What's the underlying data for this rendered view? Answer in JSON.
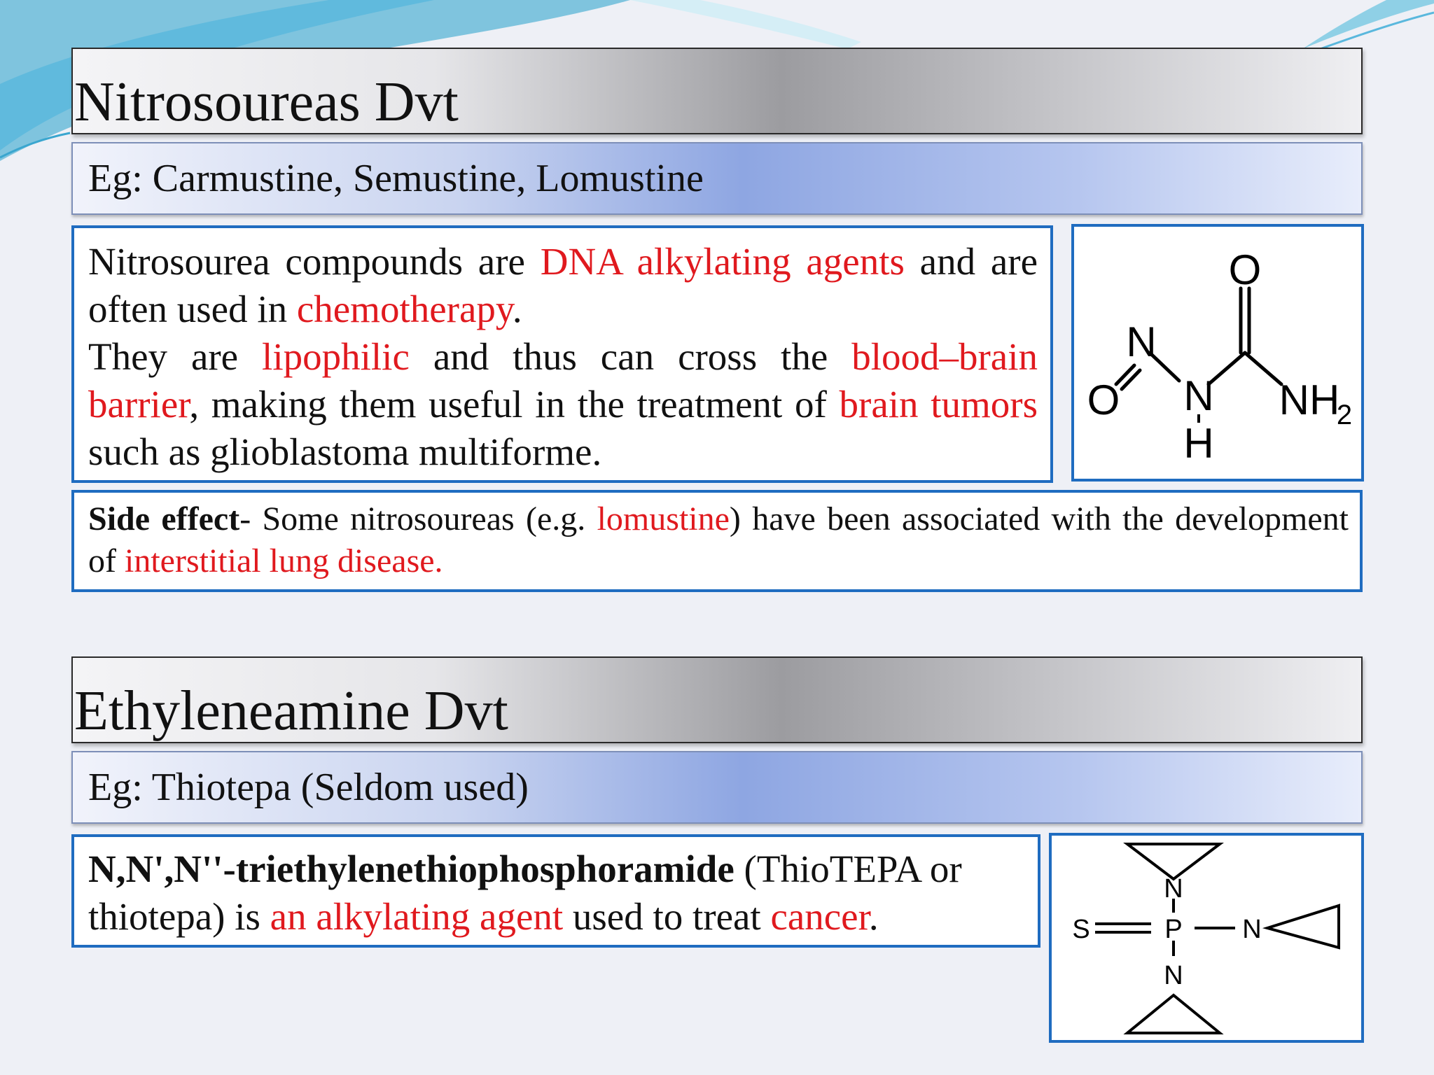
{
  "section1": {
    "title": "Nitrosoureas Dvt",
    "eg": "Eg: Carmustine, Semustine, Lomustine",
    "desc": {
      "p1": "Nitrosourea compounds are ",
      "p2": "DNA alkylating agents",
      "p3": " and are often used in ",
      "p4": "chemotherapy",
      "p5": ".",
      "p6": "They are ",
      "p7": "lipophilic",
      "p8": " and thus can cross the ",
      "p9": "blood–brain barrier",
      "p10": ", making them useful in the treatment of ",
      "p11": "brain tumors",
      "p12": " such as glioblastoma multiforme."
    },
    "side": {
      "s1": "Side effect",
      "s2": "- Some nitrosoureas (e.g. ",
      "s3": "lomustine",
      "s4": ") have been associated with the development of ",
      "s5": "interstitial lung disease."
    },
    "structure": {
      "o_top": "O",
      "o_left": "O",
      "n_nitroso": "N",
      "n_amide": "N",
      "h": "H",
      "nh": "NH",
      "sub2": "2"
    }
  },
  "section2": {
    "title": "Ethyleneamine Dvt",
    "eg": "Eg: Thiotepa (Seldom used)",
    "desc": {
      "d1": "N,N',N''-triethylenethiophosphoramide",
      "d2": " (ThioTEPA or thiotepa) is ",
      "d3": "an alkylating agent",
      "d4": " used to treat ",
      "d5": "cancer",
      "d6": "."
    },
    "structure": {
      "s": "S",
      "p": "P",
      "n_top": "N",
      "n_right": "N",
      "n_bottom": "N"
    }
  },
  "colors": {
    "highlight": "#e0191e",
    "box_border": "#1f6cc0"
  }
}
